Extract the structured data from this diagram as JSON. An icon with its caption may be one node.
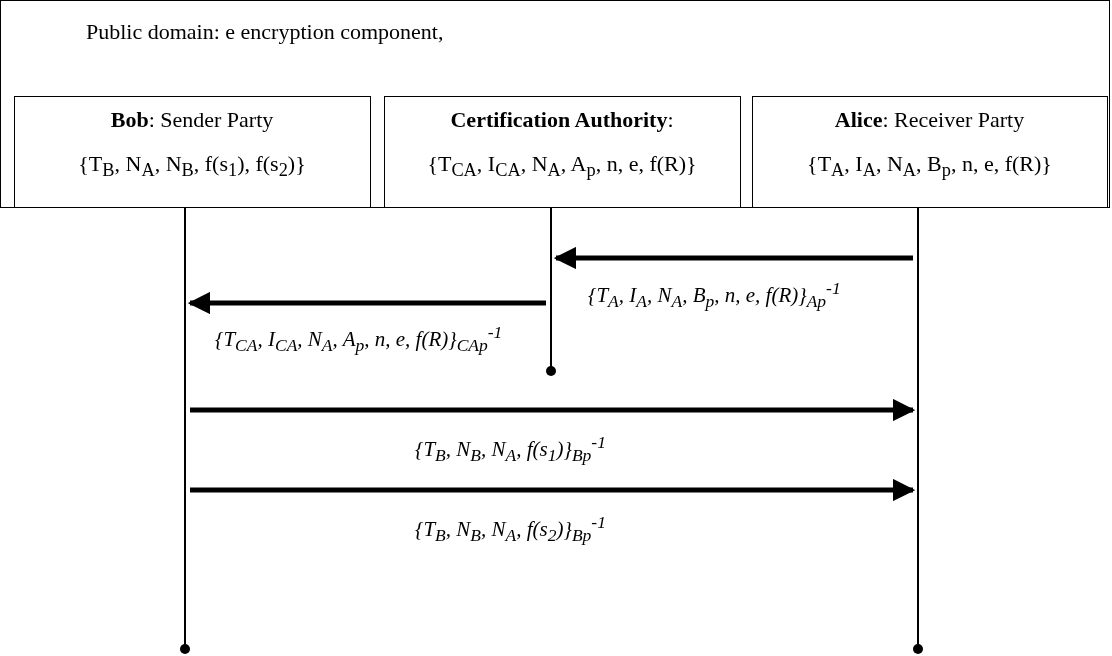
{
  "diagram": {
    "nodes": [
      {
        "text": [
          "Public domain: e encryption component,"
        ]
      },
      {
        "text": [
          "**Bob**: Sender Party",
          "{T$_{B}$, N$_{A}$, N$_{B}$, f(s$_{1}$), f(s$_{2}$)}"
        ],
        "in": 0
      },
      {
        "text": [
          "**Certification Authority**:",
          "{T$_{CA}$, I$_{CA}$, N$_{A}$, A$_{p}$, n, e, f(R)}"
        ],
        "in": 0
      },
      {
        "text": [
          "**Alice**: Receiver Party",
          "{T$_{A}$, I$_{A}$, N$_{A}$, B$_{p}$, n, e, f(R)}"
        ],
        "in": 0
      },
      {
        "text": [],
        "shape": "bar"
      },
      {
        "text": [],
        "shape": "bar"
      },
      {
        "text": [],
        "shape": "bar"
      }
    ],
    "edges": [
      {
        "from": 6,
        "to": 5,
        "arrow": "to",
        "label": "{T$_{A}$, I$_{A}$, N$_{A}$, B$_{p}$, n, e, f(R)}$_{Ap}$$^{-1}$"
      },
      {
        "from": 5,
        "to": 4,
        "arrow": "to",
        "label": "{T$_{CA}$, I$_{CA}$, N$_{A}$, A$_{p}$, n, e, f(R)}$_{CAp}$$^{-1}$"
      },
      {
        "from": 4,
        "to": 6,
        "arrow": "to",
        "label": "{T$_{B}$, N$_{B}$, N$_{A}$, f(s$_{1}$)}$_{Bp}$$^{-1}$"
      },
      {
        "from": 4,
        "to": 6,
        "arrow": "to",
        "label": "{T$_{B}$, N$_{B}$, N$_{A}$, f(s$_{2}$)}$_{Bp}$$^{-1}$"
      }
    ]
  }
}
